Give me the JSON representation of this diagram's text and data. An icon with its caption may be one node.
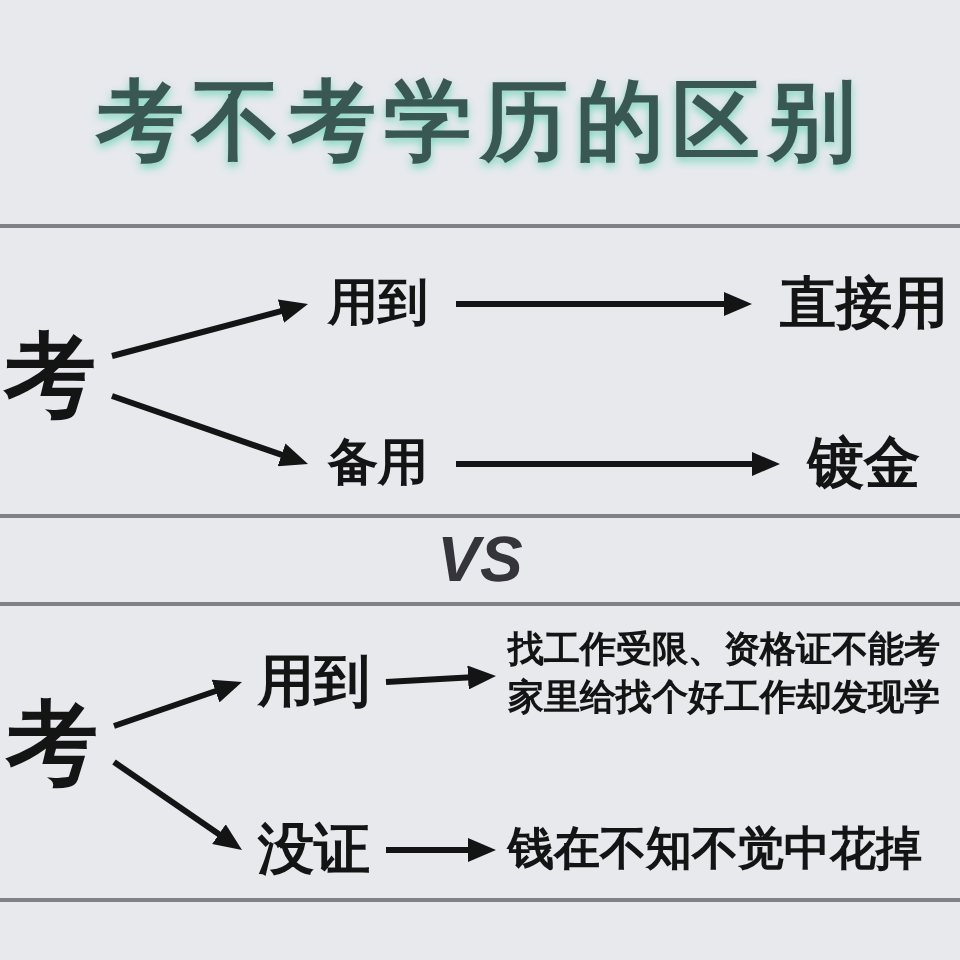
{
  "diagram": {
    "title": "考不考学历的区别",
    "nodes": [
      {
        "text": [
          "考"
        ]
      },
      {
        "text": [
          "用到"
        ]
      },
      {
        "text": [
          "直接用"
        ]
      },
      {
        "text": [
          "备用"
        ]
      },
      {
        "text": [
          "镀金"
        ]
      },
      {
        "text": [
          "考"
        ]
      },
      {
        "text": [
          "用到"
        ]
      },
      {
        "text": [
          "找工作受限、资格证不能考家里给找个好工作却发现学"
        ]
      },
      {
        "text": [
          "没证"
        ]
      },
      {
        "text": [
          "钱在不知不觉中花掉"
        ]
      }
    ],
    "edges": [
      {
        "from": 0,
        "to": 1,
        "arrow": "to"
      },
      {
        "from": 0,
        "to": 3,
        "arrow": "to"
      },
      {
        "from": 1,
        "to": 2,
        "arrow": "to"
      },
      {
        "from": 3,
        "to": 4,
        "arrow": "to"
      },
      {
        "from": 5,
        "to": 6,
        "arrow": "to"
      },
      {
        "from": 5,
        "to": 8,
        "arrow": "to"
      },
      {
        "from": 6,
        "to": 7,
        "arrow": "to"
      },
      {
        "from": 8,
        "to": 9,
        "arrow": "to"
      }
    ],
    "labels": [
      "VS"
    ]
  }
}
